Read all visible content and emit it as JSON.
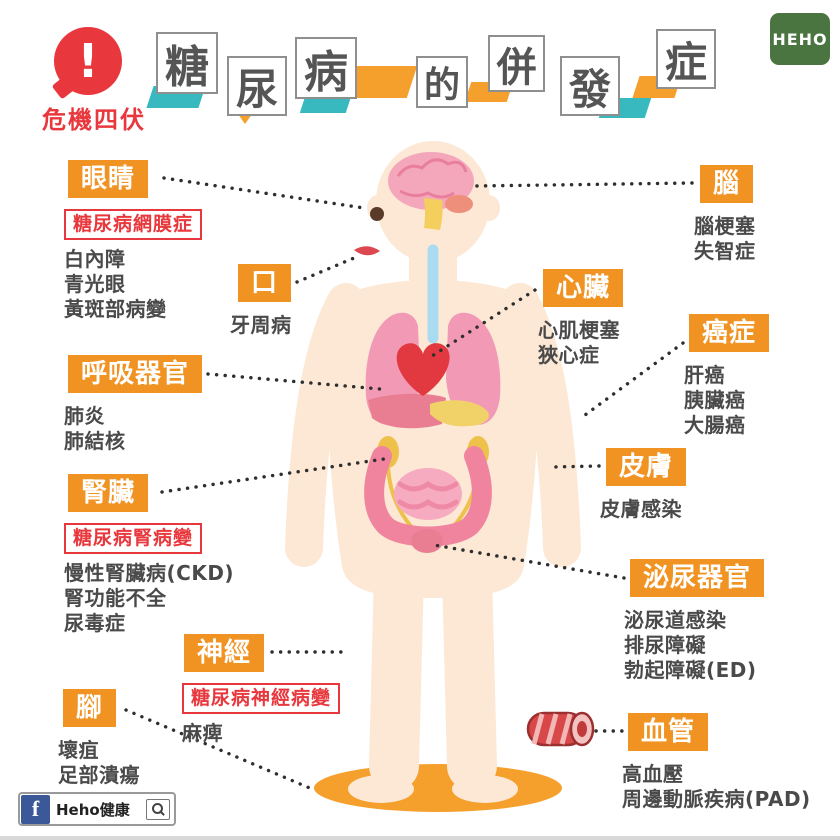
{
  "header": {
    "alert": {
      "mark": "!",
      "label": "危機四伏"
    },
    "title": {
      "chars": [
        "糖",
        "尿",
        "病",
        "的",
        "併",
        "發",
        "症"
      ]
    },
    "brand": "HEHO"
  },
  "callouts": {
    "eyes": {
      "title": "眼睛",
      "tag": "糖尿病網膜症",
      "items": [
        "白內障",
        "青光眼",
        "黃斑部病變"
      ]
    },
    "mouth": {
      "title": "口",
      "items": [
        "牙周病"
      ]
    },
    "respiratory": {
      "title": "呼吸器官",
      "items": [
        "肺炎",
        "肺結核"
      ]
    },
    "kidney": {
      "title": "腎臟",
      "tag": "糖尿病腎病變",
      "items": [
        "慢性腎臟病(CKD)",
        "腎功能不全",
        "尿毒症"
      ]
    },
    "nerve": {
      "title": "神經",
      "tag": "糖尿病神經病變",
      "items": [
        "麻痺"
      ]
    },
    "foot": {
      "title": "腳",
      "items": [
        "壞疽",
        "足部潰瘍"
      ]
    },
    "brain": {
      "title": "腦",
      "items": [
        "腦梗塞",
        "失智症"
      ]
    },
    "heart": {
      "title": "心臟",
      "items": [
        "心肌梗塞",
        "狹心症"
      ]
    },
    "cancer": {
      "title": "癌症",
      "items": [
        "肝癌",
        "胰臟癌",
        "大腸癌"
      ]
    },
    "skin": {
      "title": "皮膚",
      "items": [
        "皮膚感染"
      ]
    },
    "urinary": {
      "title": "泌尿器官",
      "items": [
        "泌尿道感染",
        "排尿障礙",
        "勃起障礙(ED)"
      ]
    },
    "vessel": {
      "title": "血管",
      "items": [
        "高血壓",
        "周邊動脈疾病(PAD)"
      ]
    }
  },
  "footer": {
    "facebook_initial": "f",
    "label": "Heho健康"
  },
  "icons": {
    "alert": "exclamation-bubble",
    "search": "magnifier",
    "facebook": "facebook-f",
    "vessel": "blood-vessel-segment"
  },
  "colors": {
    "accent_orange": "#f19322",
    "alert_red": "#e8383d",
    "teal": "#38b9c0",
    "brand_green": "#4a7440",
    "facebook_blue": "#3b5998",
    "skin": "#fce8d5",
    "text_dark": "#4a4a4a"
  }
}
